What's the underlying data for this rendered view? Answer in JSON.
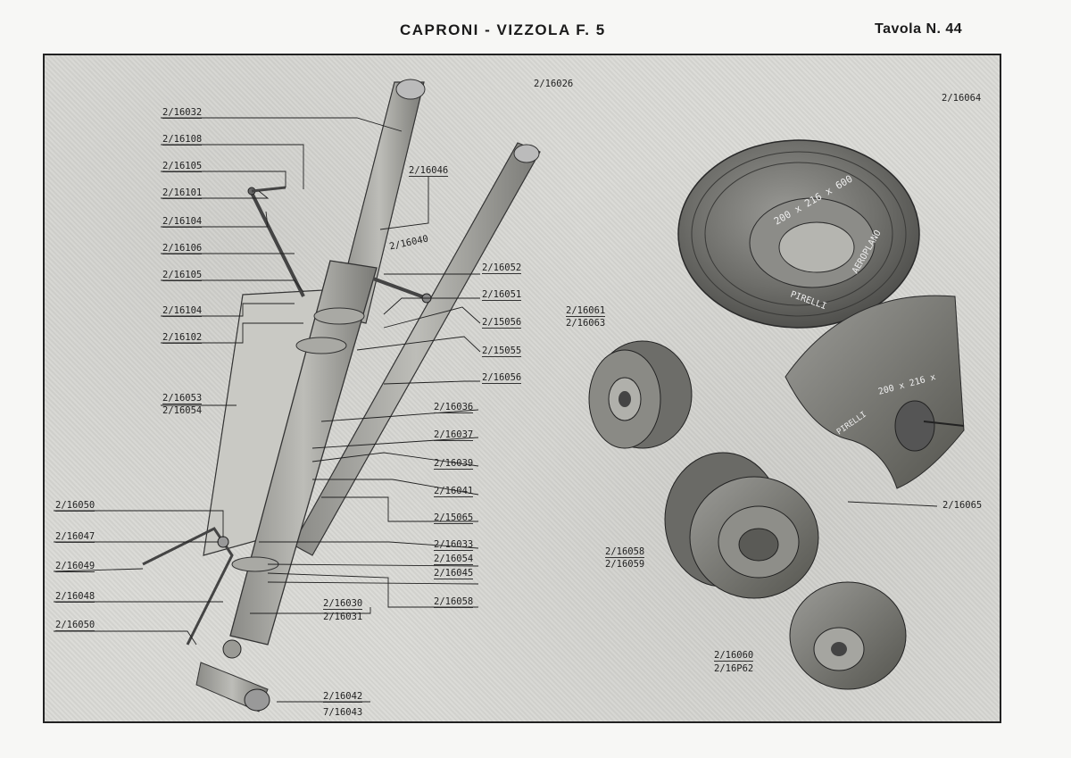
{
  "header": {
    "title": "CAPRONI - VIZZOLA F. 5",
    "plate_number": "Tavola N. 44"
  },
  "parts": {
    "p16026": "2/16026",
    "p16064": "2/16064",
    "p16032": "2/16032",
    "p16108": "2/16108",
    "p16105a": "2/16105",
    "p16101": "2/16101",
    "p16104a": "2/16104",
    "p16106": "2/16106",
    "p16105b": "2/16105",
    "p16104b": "2/16104",
    "p16102": "2/16102",
    "p16053": "2/16053",
    "p16054": "2/16054",
    "p16050a": "2/16050",
    "p16047": "2/16047",
    "p16049": "2/16049",
    "p16048": "2/16048",
    "p16050b": "2/16050",
    "p16046": "2/16046",
    "p16040": "2/16040",
    "p16052": "2/16052",
    "p16051": "2/16051",
    "p15056": "2/15056",
    "p15055": "2/15055",
    "p16056": "2/16056",
    "p16036": "2/16036",
    "p16037": "2/16037",
    "p16039": "2/16039",
    "p16041": "2/16041",
    "p15065": "2/15065",
    "p16033": "2/16033",
    "p16054b": "2/16054",
    "p16045": "2/16045",
    "p16058a": "2/16058",
    "p16030": "2/16030",
    "p16031": "2/16031",
    "p16042": "2/16042",
    "p16043": "7/16043",
    "p16061": "2/16061",
    "p16063": "2/16063",
    "p16065": "2/16065",
    "p16058b": "2/16058",
    "p16059": "2/16059",
    "p16060": "2/16060",
    "p16062": "2/16P62"
  },
  "tyre": {
    "size": "200 x 216 x 600",
    "brand": "AEROPLANO",
    "maker": "PIRELLI"
  },
  "tube": {
    "size": "200 x 216 x",
    "maker": "PIRELLI"
  }
}
